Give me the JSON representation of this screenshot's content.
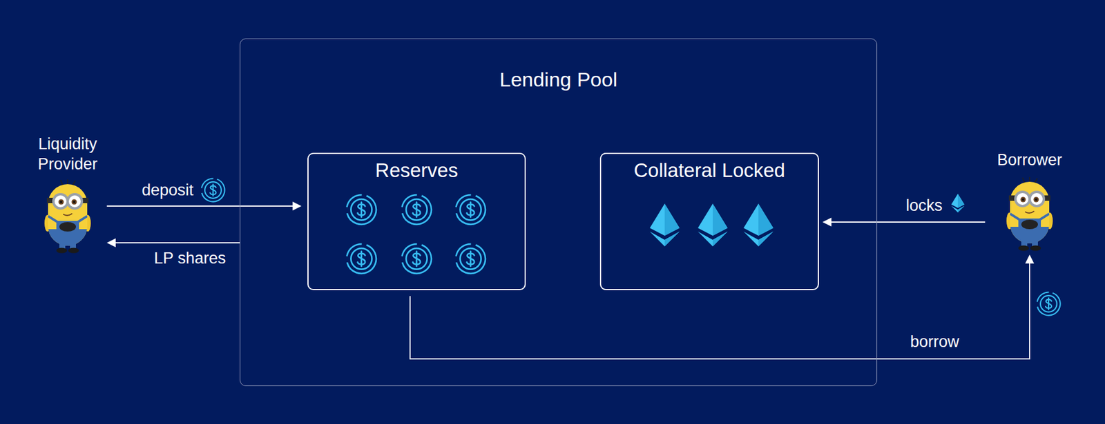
{
  "diagram": {
    "nodes": [
      {
        "text": [
          "Liquidity Provider"
        ]
      },
      {
        "text": [
          "Lending Pool"
        ]
      },
      {
        "text": [
          "Reserves"
        ],
        "in": 1
      },
      {
        "text": [
          "Collateral Locked"
        ],
        "in": 1
      },
      {
        "text": [
          "Borrower"
        ]
      }
    ],
    "edges": [
      {
        "from": 0,
        "to": 2,
        "label": "deposit",
        "arrow": "to"
      },
      {
        "from": 1,
        "to": 0,
        "label": "LP shares",
        "arrow": "to"
      },
      {
        "from": 4,
        "to": 3,
        "label": "locks",
        "arrow": "to"
      },
      {
        "from": 2,
        "to": 4,
        "label": "borrow",
        "arrow": "to"
      }
    ]
  }
}
